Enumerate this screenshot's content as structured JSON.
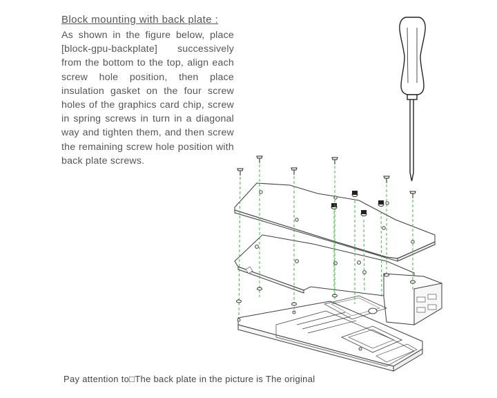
{
  "instructions": {
    "heading": "Block mounting with back plate :",
    "body": "As shown in the figure below, place [block-gpu-backplate] successively from the bottom to the top, align each screw hole position, then place insulation gasket on the four screw holes of the graphics card chip, screw in spring screws in turn in a diagonal way and tighten them, and then screw the remaining screw hole position with back plate screws."
  },
  "footer": {
    "note": "Pay attention to□The back plate in the picture is  The original"
  },
  "colors": {
    "text": "#555555",
    "line": "#3a3a3a",
    "guide": "#3cb83c"
  }
}
